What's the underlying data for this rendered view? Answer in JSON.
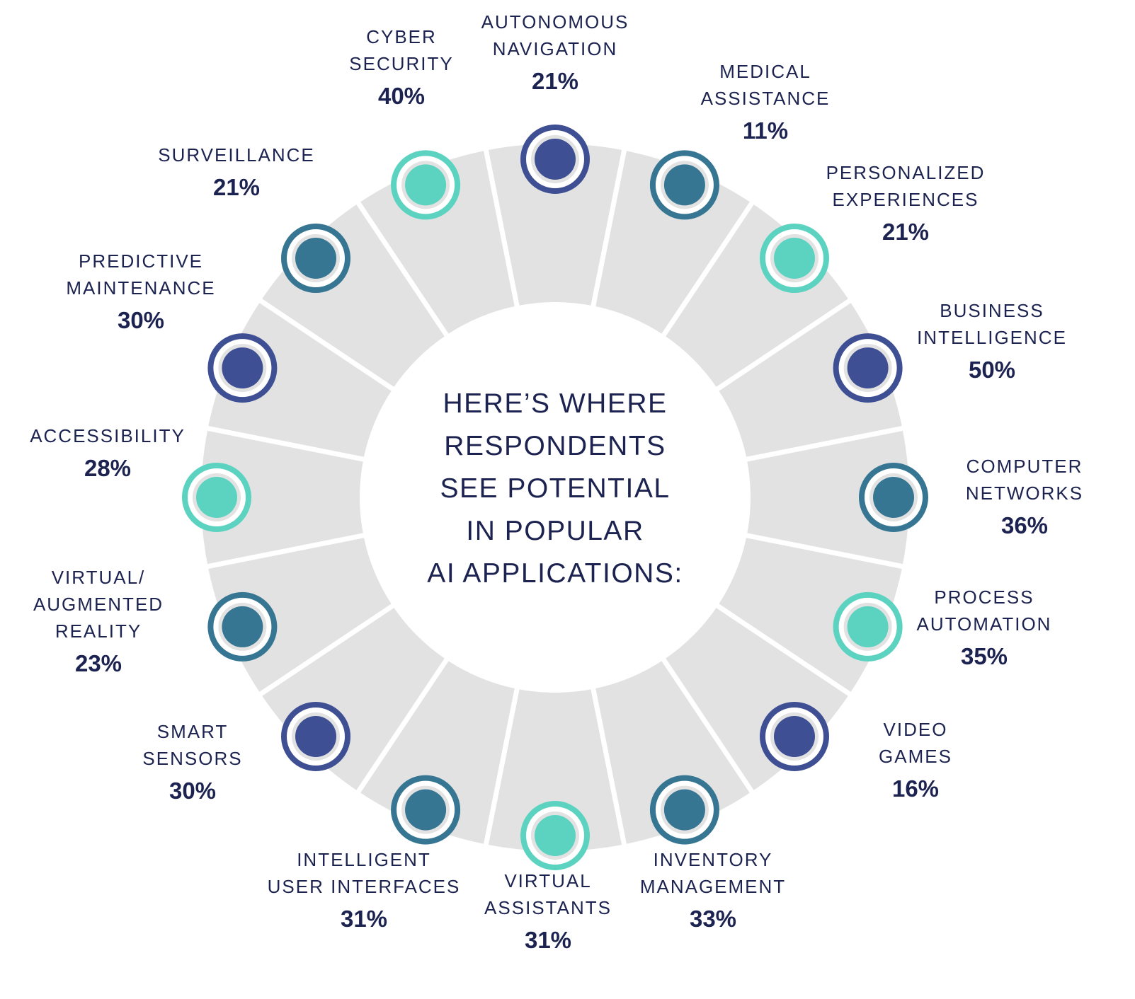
{
  "center_title": [
    "HERE’S WHERE",
    "RESPONDENTS",
    "SEE POTENTIAL",
    "IN POPULAR",
    "AI APPLICATIONS:"
  ],
  "colors": {
    "segment_fill": "#e2e2e2",
    "segment_divider": "#ffffff",
    "text": "#1c2350",
    "navy": "#3f4f94",
    "teal": "#367692",
    "aqua": "#5bd3c0"
  },
  "applications": [
    {
      "name_lines": [
        "AUTONOMOUS",
        "NAVIGATION"
      ],
      "percent": "21%",
      "value": 21,
      "marker_color": "navy"
    },
    {
      "name_lines": [
        "MEDICAL",
        "ASSISTANCE"
      ],
      "percent": "11%",
      "value": 11,
      "marker_color": "teal"
    },
    {
      "name_lines": [
        "PERSONALIZED",
        "EXPERIENCES"
      ],
      "percent": "21%",
      "value": 21,
      "marker_color": "aqua"
    },
    {
      "name_lines": [
        "BUSINESS",
        "INTELLIGENCE"
      ],
      "percent": "50%",
      "value": 50,
      "marker_color": "navy"
    },
    {
      "name_lines": [
        "COMPUTER",
        "NETWORKS"
      ],
      "percent": "36%",
      "value": 36,
      "marker_color": "teal"
    },
    {
      "name_lines": [
        "PROCESS",
        "AUTOMATION"
      ],
      "percent": "35%",
      "value": 35,
      "marker_color": "aqua"
    },
    {
      "name_lines": [
        "VIDEO",
        "GAMES"
      ],
      "percent": "16%",
      "value": 16,
      "marker_color": "navy"
    },
    {
      "name_lines": [
        "INVENTORY",
        "MANAGEMENT"
      ],
      "percent": "33%",
      "value": 33,
      "marker_color": "teal"
    },
    {
      "name_lines": [
        "VIRTUAL",
        "ASSISTANTS"
      ],
      "percent": "31%",
      "value": 31,
      "marker_color": "aqua"
    },
    {
      "name_lines": [
        "INTELLIGENT",
        "USER INTERFACES"
      ],
      "percent": "31%",
      "value": 31,
      "marker_color": "teal"
    },
    {
      "name_lines": [
        "SMART",
        "SENSORS"
      ],
      "percent": "30%",
      "value": 30,
      "marker_color": "navy"
    },
    {
      "name_lines": [
        "VIRTUAL/",
        "AUGMENTED",
        "REALITY"
      ],
      "percent": "23%",
      "value": 23,
      "marker_color": "teal"
    },
    {
      "name_lines": [
        "ACCESSIBILITY"
      ],
      "percent": "28%",
      "value": 28,
      "marker_color": "aqua"
    },
    {
      "name_lines": [
        "PREDICTIVE",
        "MAINTENANCE"
      ],
      "percent": "30%",
      "value": 30,
      "marker_color": "navy"
    },
    {
      "name_lines": [
        "SURVEILLANCE"
      ],
      "percent": "21%",
      "value": 21,
      "marker_color": "teal"
    },
    {
      "name_lines": [
        "CYBER",
        "SECURITY"
      ],
      "percent": "40%",
      "value": 40,
      "marker_color": "aqua"
    }
  ]
}
